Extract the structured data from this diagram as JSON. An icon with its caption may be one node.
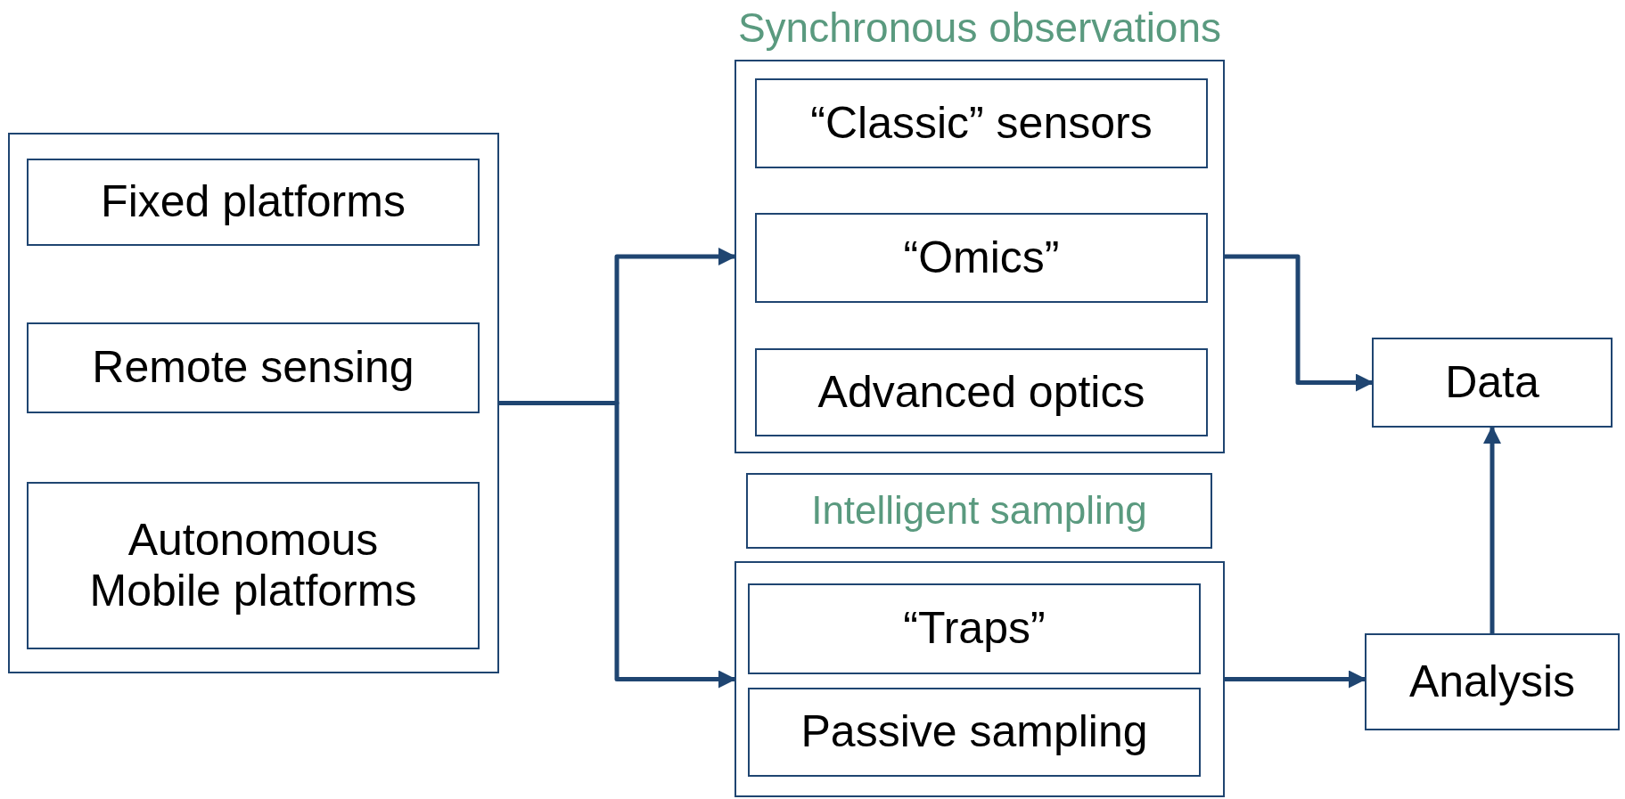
{
  "diagram": {
    "nodes": [
      {
        "text": [],
        "shape": "box"
      },
      {
        "text": [
          "Fixed platforms"
        ],
        "in": 0
      },
      {
        "text": [
          "Remote sensing"
        ],
        "in": 0
      },
      {
        "text": [
          "Autonomous Mobile platforms"
        ],
        "in": 0
      },
      {
        "text": [
          "Synchronous observations"
        ]
      },
      {
        "text": [
          "“Classic” sensors"
        ],
        "in": 4
      },
      {
        "text": [
          "“Omics”"
        ],
        "in": 4
      },
      {
        "text": [
          "Advanced optics"
        ],
        "in": 4
      },
      {
        "text": [
          "Intelligent sampling"
        ]
      },
      {
        "text": [],
        "shape": "box"
      },
      {
        "text": [
          "“Traps”"
        ],
        "in": 9
      },
      {
        "text": [
          "Passive sampling"
        ],
        "in": 9
      },
      {
        "text": [
          "Data"
        ]
      },
      {
        "text": [
          "Analysis"
        ]
      }
    ],
    "edges": [
      {
        "from": 0,
        "to": 4,
        "arrow": "to"
      },
      {
        "from": 0,
        "to": 9,
        "arrow": "to"
      },
      {
        "from": 4,
        "to": 12,
        "arrow": "to"
      },
      {
        "from": 9,
        "to": 13,
        "arrow": "to"
      },
      {
        "from": 13,
        "to": 12,
        "arrow": "to"
      }
    ]
  }
}
